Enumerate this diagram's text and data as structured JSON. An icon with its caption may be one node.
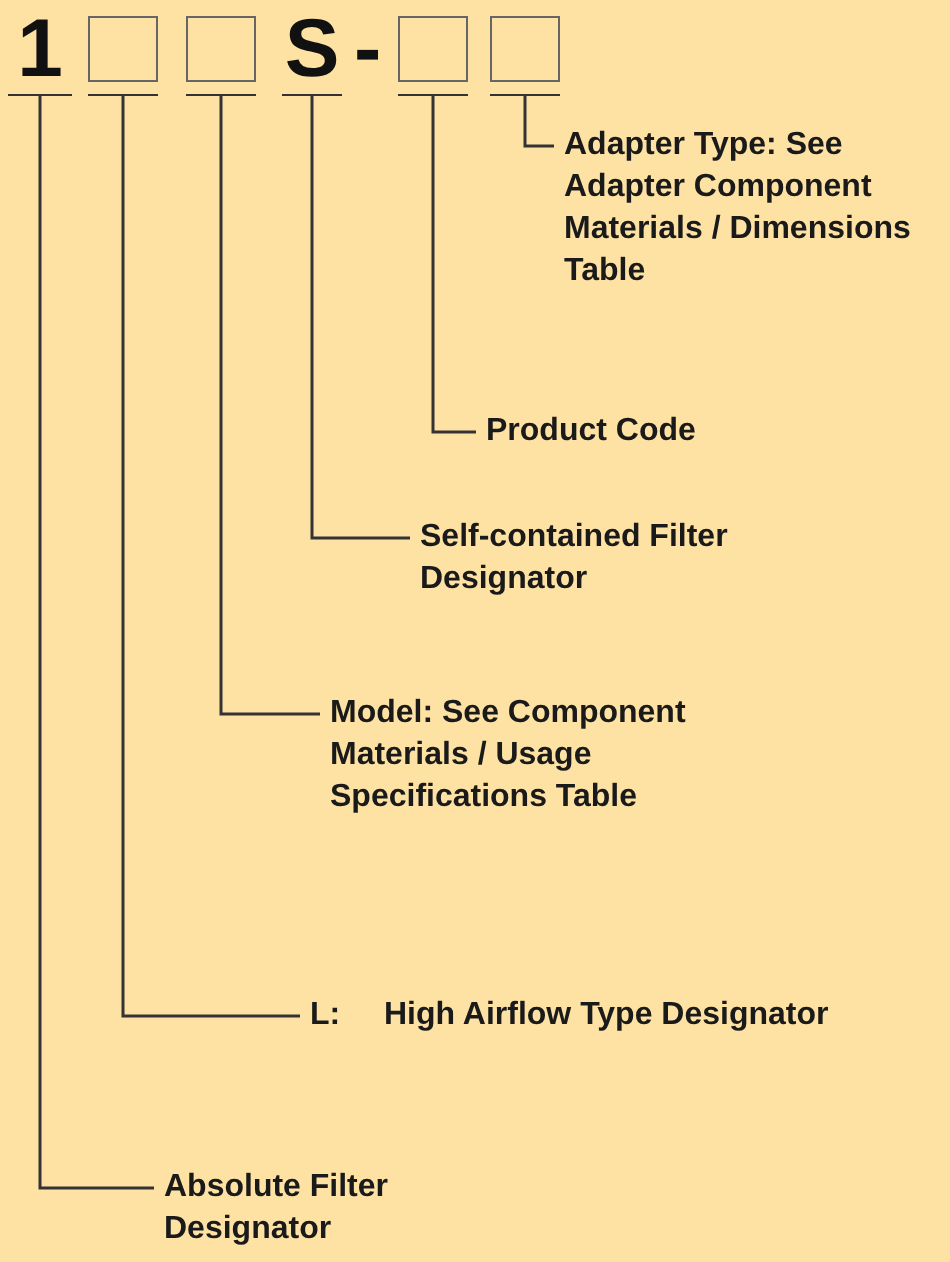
{
  "diagram": {
    "nodes": [
      {
        "text": [
          "1"
        ]
      },
      {
        "text": [],
        "shape": "box"
      },
      {
        "text": [],
        "shape": "box"
      },
      {
        "text": [
          "S"
        ]
      },
      {
        "text": [],
        "shape": "box"
      },
      {
        "text": [],
        "shape": "box"
      },
      {
        "text": [
          "Adapter Type: See Adapter Component Materials / Dimensions Table"
        ]
      },
      {
        "text": [
          "Product Code"
        ]
      },
      {
        "text": [
          "Self-contained Filter Designator"
        ]
      },
      {
        "text": [
          "Model: See Component Materials / Usage Specifications Table"
        ]
      },
      {
        "text": [
          "L:",
          "High Airflow Type Designator"
        ]
      },
      {
        "text": [
          "Absolute Filter Designator"
        ]
      }
    ],
    "edges": [
      {
        "from": 6,
        "to": 5,
        "arrow": "none"
      },
      {
        "from": 7,
        "to": 4,
        "arrow": "none"
      },
      {
        "from": 8,
        "to": 3,
        "arrow": "none"
      },
      {
        "from": 9,
        "to": 2,
        "arrow": "none"
      },
      {
        "from": 10,
        "to": 1,
        "arrow": "none"
      },
      {
        "from": 11,
        "to": 0,
        "arrow": "none"
      }
    ],
    "labels": [
      "-"
    ]
  }
}
